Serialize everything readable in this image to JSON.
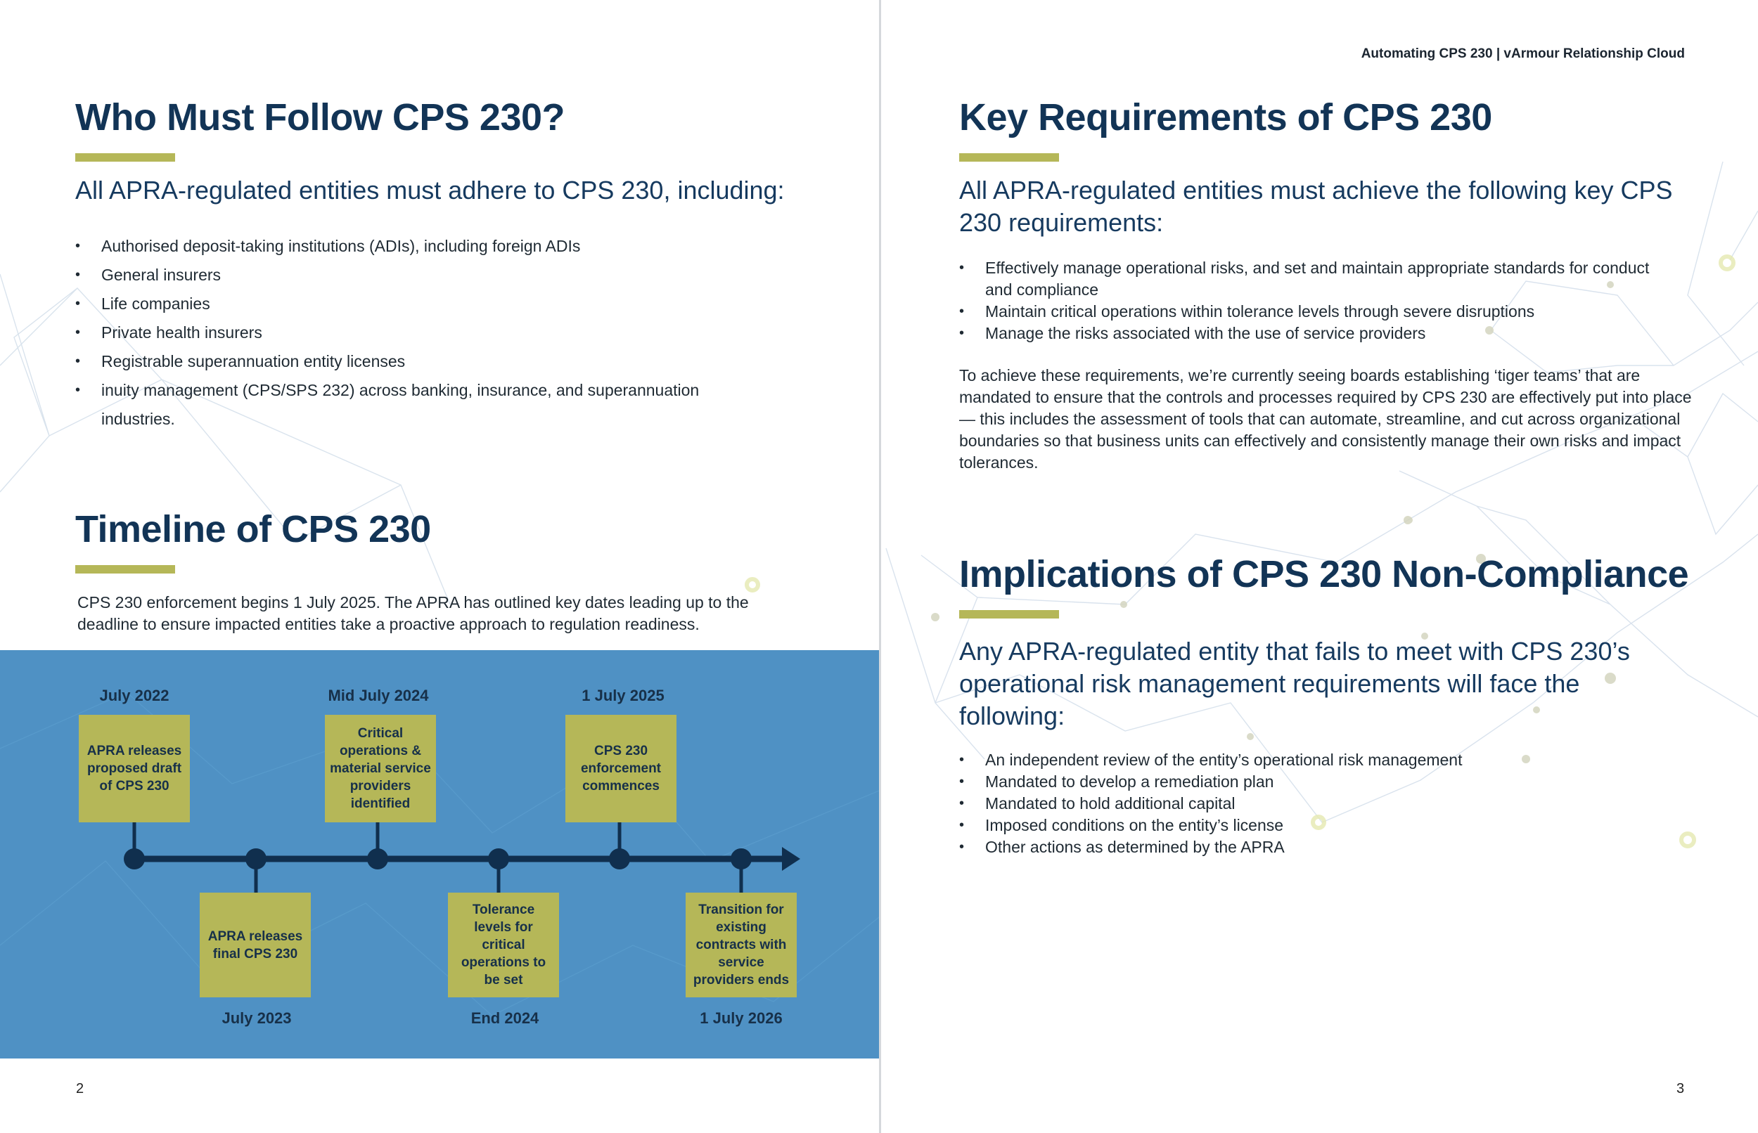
{
  "header": {
    "note": "Automating CPS 230 | vArmour Relationship Cloud"
  },
  "left_page": {
    "who": {
      "title": "Who Must Follow CPS 230?",
      "lead": "All APRA-regulated entities must adhere to CPS 230, including:",
      "items": [
        "Authorised deposit-taking institutions (ADIs), including foreign ADIs",
        "General insurers",
        "Life companies",
        "Private health insurers",
        "Registrable superannuation entity licenses",
        "inuity management (CPS/SPS 232) across banking, insurance, and superannuation industries."
      ]
    },
    "timeline": {
      "title": "Timeline of CPS 230",
      "intro": "CPS 230 enforcement begins 1 July 2025. The APRA has outlined key dates leading up to the deadline to ensure impacted entities take a proactive approach to regulation readiness.",
      "events": [
        {
          "date": "July 2022",
          "text": "APRA releases proposed draft of CPS 230",
          "position": "above"
        },
        {
          "date": "July 2023",
          "text": "APRA releases final CPS 230",
          "position": "below"
        },
        {
          "date": "Mid July 2024",
          "text": "Critical operations & material service providers identified",
          "position": "above"
        },
        {
          "date": "End 2024",
          "text": "Tolerance levels for critical operations to be set",
          "position": "below"
        },
        {
          "date": "1 July 2025",
          "text": "CPS 230 enforcement commences",
          "position": "above"
        },
        {
          "date": "1 July 2026",
          "text": "Transition for existing contracts with service providers ends",
          "position": "below"
        }
      ]
    },
    "page_number": "2"
  },
  "right_page": {
    "key": {
      "title": "Key Requirements of CPS 230",
      "lead": "All APRA-regulated entities must achieve the following key CPS 230 requirements:",
      "items": [
        "Effectively manage operational risks, and set and maintain appropriate standards for conduct and compliance",
        "Maintain critical operations within tolerance levels through severe disruptions",
        "Manage the risks associated with the use of service providers"
      ],
      "paragraph": "To achieve these requirements, we’re currently seeing boards establishing ‘tiger teams’ that are mandated to ensure that the controls and processes required by CPS 230 are effectively put into place — this includes the assessment of tools that can automate, streamline, and cut across organizational boundaries so that business units can effectively and consistently manage their own risks and impact tolerances."
    },
    "implications": {
      "title": "Implications of CPS 230 Non-Compliance",
      "lead": "Any APRA-regulated entity that fails to meet with CPS 230’s operational risk management requirements will face the following:",
      "items": [
        "An independent review of the entity’s operational risk management",
        "Mandated to develop a remediation plan",
        "Mandated to hold additional capital",
        "Imposed conditions on the entity’s license",
        "Other actions as determined by the APRA"
      ]
    },
    "page_number": "3"
  },
  "colors": {
    "heading": "#123456",
    "accent_rule": "#b5b758",
    "timeline_bg": "#4f91c4",
    "timeline_box": "#b5b758",
    "timeline_line": "#102f4e"
  }
}
